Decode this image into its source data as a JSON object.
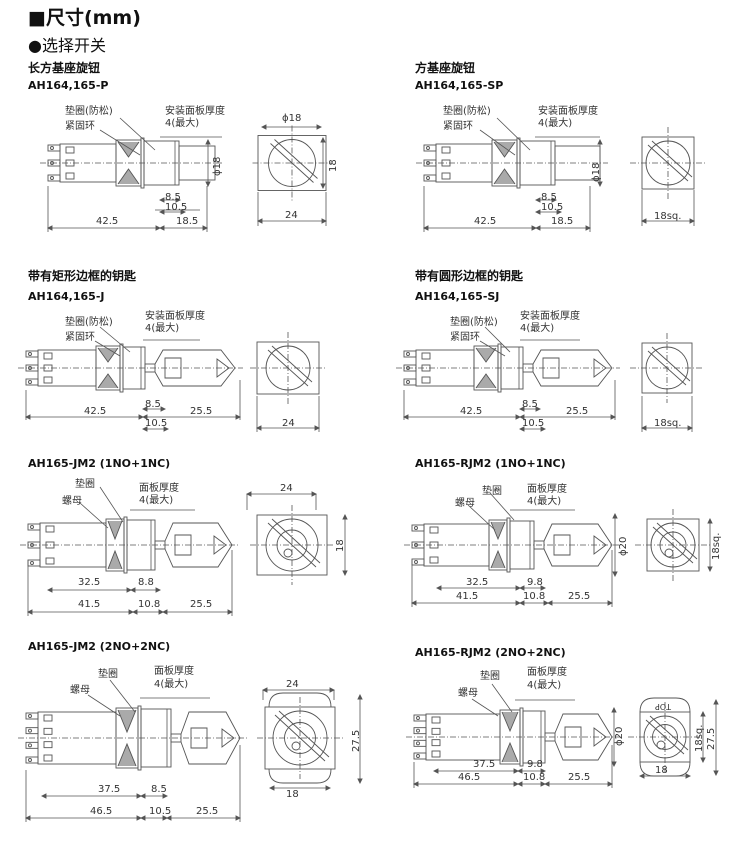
{
  "header": {
    "title": "■尺寸(mm)",
    "subtitle": "●选择开关"
  },
  "sections": [
    {
      "name": "长方基座旋钮",
      "model": "AH164,165-P",
      "labels": [
        "垫圈(防松)",
        "紧固环",
        "安装面板厚度",
        "4(最大)"
      ],
      "dims": [
        "8.5",
        "10.5",
        "42.5",
        "18.5",
        "ϕ18",
        "ϕ18",
        "18",
        "24"
      ]
    },
    {
      "name": "方基座旋钮",
      "model": "AH164,165-SP",
      "labels": [
        "垫圈(防松)",
        "紧固环",
        "安装面板厚度",
        "4(最大)"
      ],
      "dims": [
        "8.5",
        "10.5",
        "42.5",
        "18.5",
        "ϕ18",
        "18sq."
      ]
    },
    {
      "name": "带有矩形边框的钥匙",
      "model": "AH164,165-J",
      "labels": [
        "垫圈(防松)",
        "紧固环",
        "安装面板厚度",
        "4(最大)"
      ],
      "dims": [
        "8.5",
        "42.5",
        "25.5",
        "10.5",
        "24"
      ]
    },
    {
      "name": "带有圆形边框的钥匙",
      "model": "AH164,165-SJ",
      "labels": [
        "垫圈(防松)",
        "紧固环",
        "安装面板厚度",
        "4(最大)"
      ],
      "dims": [
        "8.5",
        "42.5",
        "25.5",
        "10.5",
        "18sq."
      ]
    },
    {
      "model": "AH165-JM2 (1NO+1NC)",
      "labels": [
        "垫圈",
        "螺母",
        "面板厚度",
        "4(最大)"
      ],
      "dims": [
        "32.5",
        "8.8",
        "41.5",
        "10.8",
        "25.5",
        "24",
        "18"
      ]
    },
    {
      "model": "AH165-RJM2 (1NO+1NC)",
      "labels": [
        "垫圈",
        "螺母",
        "面板厚度",
        "4(最大)"
      ],
      "dims": [
        "32.5",
        "9.8",
        "41.5",
        "10.8",
        "25.5",
        "ϕ20",
        "18sq."
      ]
    },
    {
      "model": "AH165-JM2 (2NO+2NC)",
      "labels": [
        "垫圈",
        "螺母",
        "面板厚度",
        "4(最大)"
      ],
      "dims": [
        "37.5",
        "8.5",
        "46.5",
        "10.5",
        "25.5",
        "24",
        "18",
        "27.5"
      ]
    },
    {
      "model": "AH165-RJM2 (2NO+2NC)",
      "labels": [
        "垫圈",
        "螺母",
        "面板厚度",
        "4(最大)"
      ],
      "dims": [
        "37.5",
        "9.8",
        "46.5",
        "10.8",
        "25.5",
        "ϕ20",
        "18sq.",
        "27.5",
        "18",
        "TOP"
      ]
    }
  ]
}
